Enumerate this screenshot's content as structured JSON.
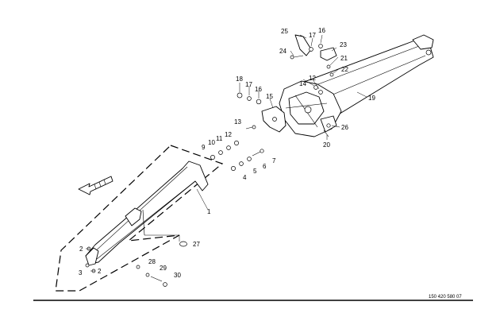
{
  "diagram": {
    "reference_number": "150 420 580 07",
    "labels": {
      "l1": "1",
      "l2a": "2",
      "l2b": "2",
      "l3": "3",
      "l4": "4",
      "l5": "5",
      "l6": "6",
      "l7": "7",
      "l9": "9",
      "l10": "10",
      "l11": "11",
      "l12a": "12",
      "l12b": "12",
      "l13": "13",
      "l14": "14",
      "l15": "15",
      "l16a": "16",
      "l16b": "16",
      "l17a": "17",
      "l17b": "17",
      "l18": "18",
      "l19": "19",
      "l20": "20",
      "l21": "21",
      "l22": "22",
      "l23": "23",
      "l24": "24",
      "l25": "25",
      "l26": "26",
      "l27": "27",
      "l28": "28",
      "l29": "29",
      "l30": "30"
    }
  }
}
